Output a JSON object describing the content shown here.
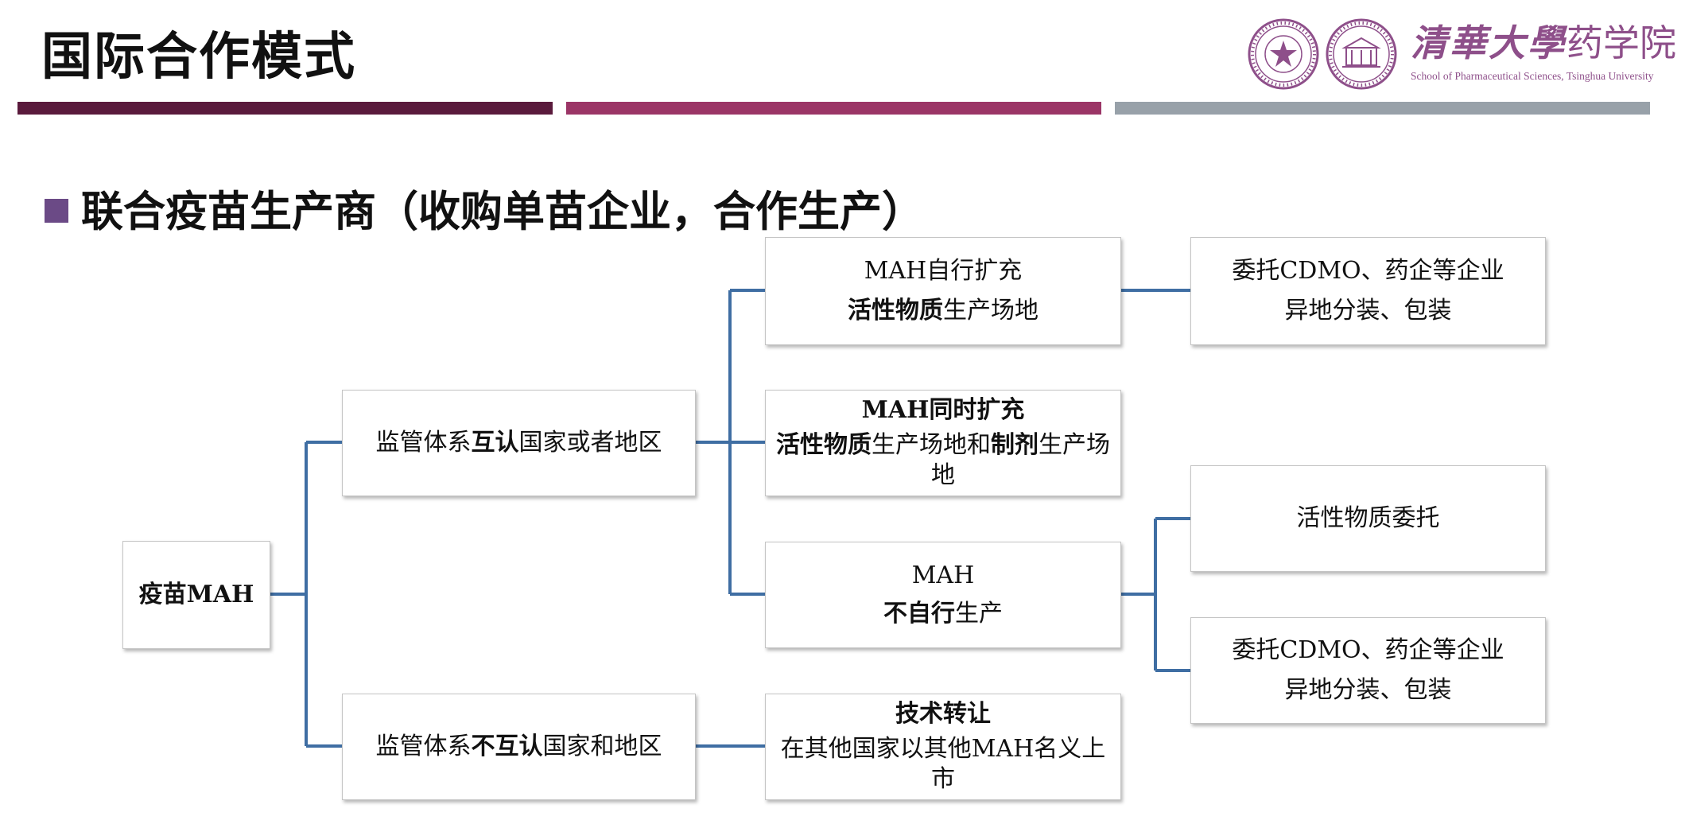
{
  "colors": {
    "band_1": "#5a1a3c",
    "band_2": "#9b3566",
    "band_3": "#98a1a9",
    "accent": "#6b4a86",
    "connector": "#3f6ea3",
    "logo": "#8e4f8a"
  },
  "header": {
    "title": "国际合作模式",
    "logo": {
      "name_cn_calligraphy": "清華大學",
      "name_cn_department": "药学院",
      "name_en": "School of Pharmaceutical Sciences, Tsinghua University"
    }
  },
  "subtitle": {
    "bullet_icon": "square-bullet",
    "text": "联合疫苗生产商（收购单苗企业，合作生产）"
  },
  "diagram": {
    "root": {
      "text": "疫苗MAH"
    },
    "mutual": {
      "pre": "监管体系",
      "bold": "互认",
      "post": "国家或者地区"
    },
    "non_mutual": {
      "pre": "监管体系",
      "bold": "不互认",
      "post": "国家和地区"
    },
    "self_expand": {
      "line1": "MAH自行扩充",
      "line2_bold": "活性物质",
      "line2_rest": "生产场地"
    },
    "simul_expand": {
      "line1": "MAH同时扩充",
      "line2_bold1": "活性物质",
      "line2_mid": "生产场地和",
      "line2_bold2": "制剂",
      "line2_rest": "生产场地"
    },
    "no_self_prod": {
      "line1": "MAH",
      "line2_bold": "不自行",
      "line2_rest": "生产"
    },
    "tech_transfer": {
      "line1": "技术转让",
      "line2": "在其他国家以其他MAH名义上市"
    },
    "cdmo_packing_1": {
      "line1": "委托CDMO、药企等企业",
      "line2": "异地分装、包装"
    },
    "active_entrust": {
      "text": "活性物质委托"
    },
    "cdmo_packing_2": {
      "line1": "委托CDMO、药企等企业",
      "line2": "异地分装、包装"
    }
  }
}
